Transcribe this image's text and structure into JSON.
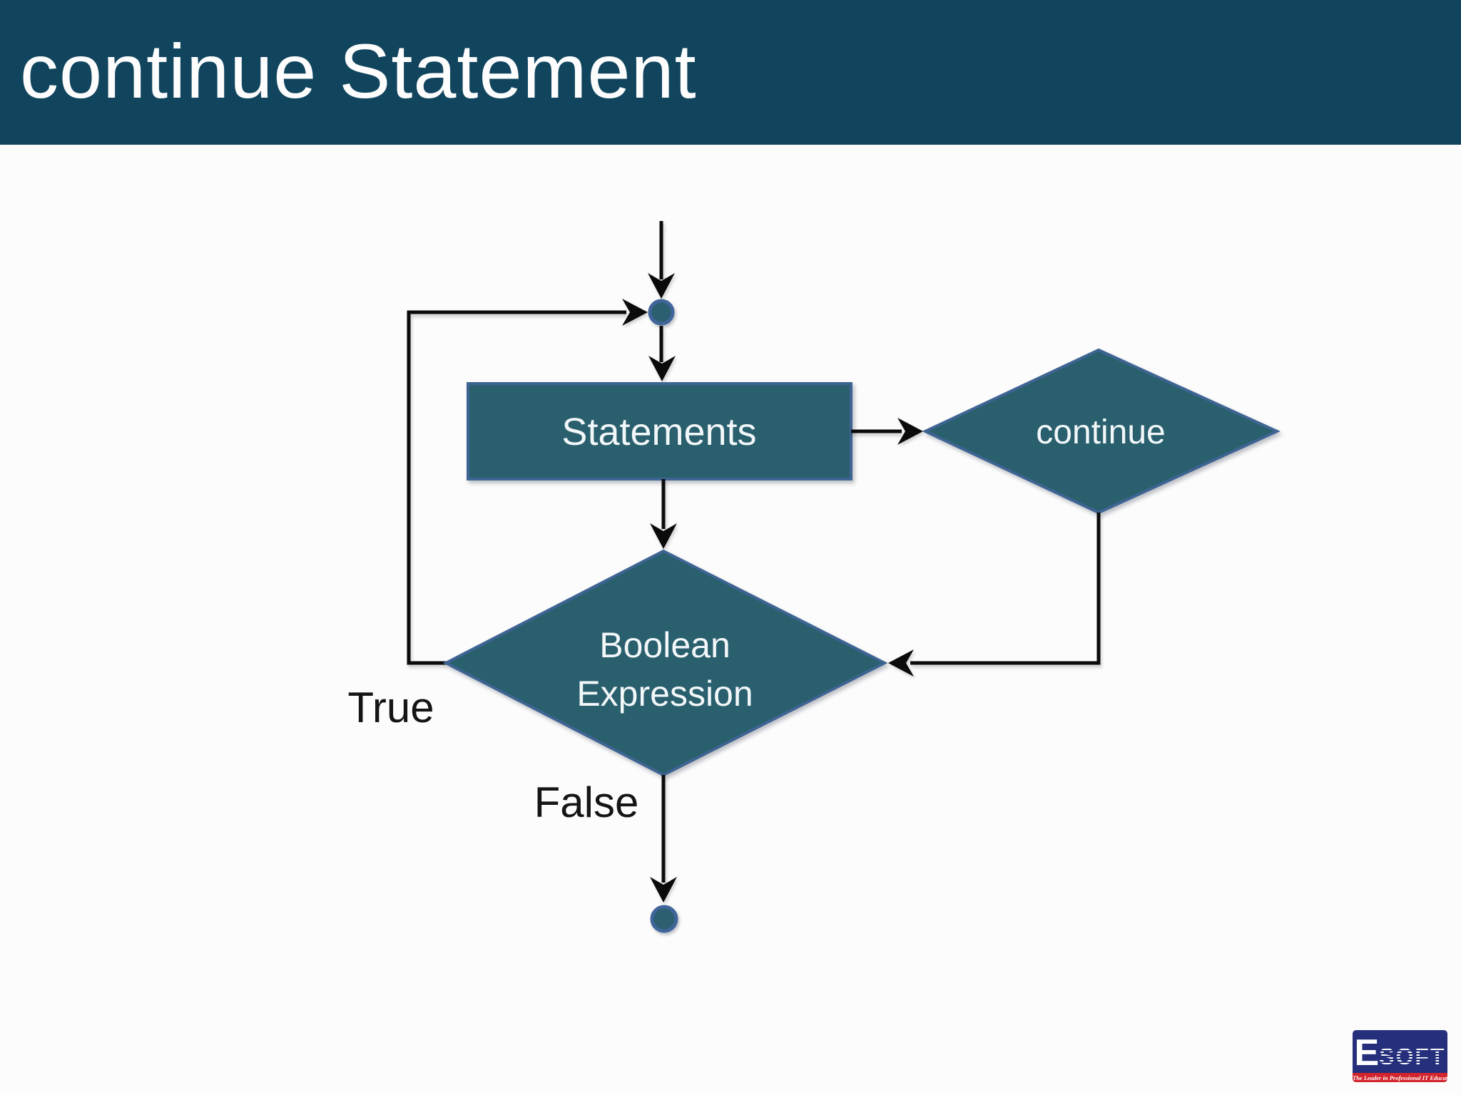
{
  "slide": {
    "title": "continue Statement"
  },
  "colors": {
    "header_bar": "#11455e",
    "shape_fill": "#2a5f6e",
    "shape_border": "#3e6493",
    "connector_ring": "#40659a",
    "edge_line": "#0b0b0b",
    "shape_text": "#f2f7f9",
    "edge_label_text": "#151515",
    "slide_background": "#fcfcfc",
    "logo_background": "#252f7c",
    "logo_tagline_background": "#d2252d"
  },
  "flowchart": {
    "nodes": [
      {
        "id": "start-connector",
        "type": "connector"
      },
      {
        "id": "statements",
        "type": "process",
        "label": "Statements"
      },
      {
        "id": "continue",
        "type": "decision",
        "label": "continue"
      },
      {
        "id": "boolean-expression",
        "type": "decision",
        "label_lines": [
          "Boolean",
          "Expression"
        ]
      },
      {
        "id": "end-connector",
        "type": "connector"
      }
    ],
    "edge_labels": {
      "true": "True",
      "false": "False"
    }
  },
  "logo": {
    "initial": "E",
    "rest": "SOFT",
    "tagline": "The Leader in Professional IT Education"
  }
}
